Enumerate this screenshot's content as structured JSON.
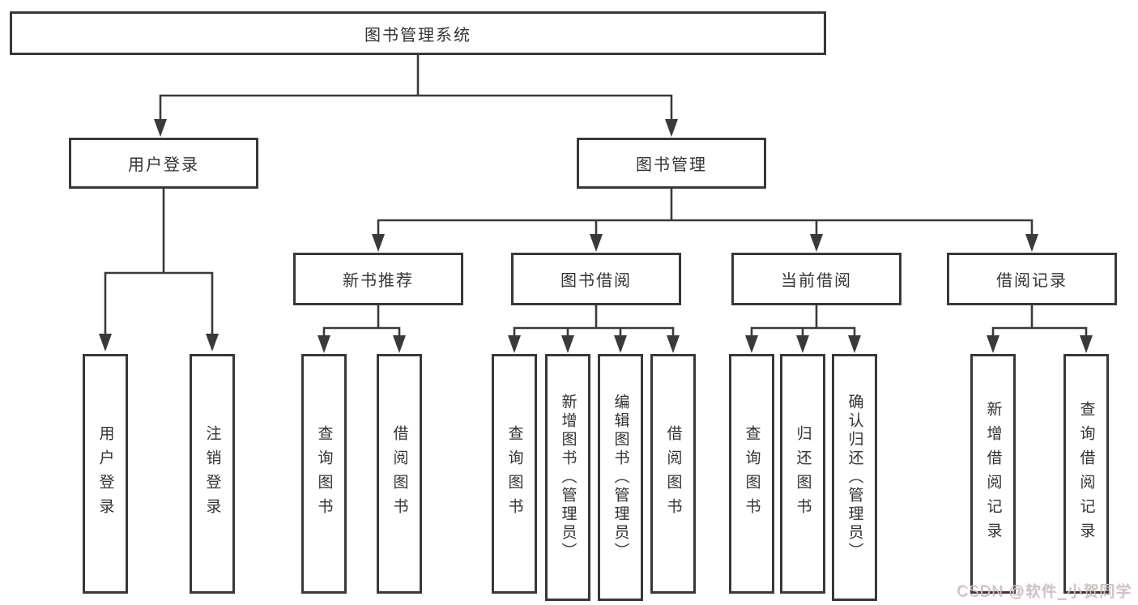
{
  "tree": {
    "label": "图书管理系统",
    "children": [
      {
        "label": "用户登录",
        "children": [
          {
            "label": "用户登录"
          },
          {
            "label": "注销登录"
          }
        ]
      },
      {
        "label": "图书管理",
        "children": [
          {
            "label": "新书推荐",
            "children": [
              {
                "label": "查询图书"
              },
              {
                "label": "借阅图书"
              }
            ]
          },
          {
            "label": "图书借阅",
            "children": [
              {
                "label": "查询图书"
              },
              {
                "label": "新增图书（管理员）"
              },
              {
                "label": "编辑图书（管理员）"
              },
              {
                "label": "借阅图书"
              }
            ]
          },
          {
            "label": "当前借阅",
            "children": [
              {
                "label": "查询图书"
              },
              {
                "label": "归还图书"
              },
              {
                "label": "确认归还（管理员）"
              }
            ]
          },
          {
            "label": "借阅记录",
            "children": [
              {
                "label": "新增借阅记录"
              },
              {
                "label": "查询借阅记录"
              }
            ]
          }
        ]
      }
    ]
  },
  "watermark": {
    "text": "CSDN @软件_小贺同学"
  },
  "colors": {
    "line": "#3a3a3a",
    "text": "#333333",
    "background": "#ffffff",
    "watermark_gray": "#c7c7c7",
    "watermark_red": "#d86c6c"
  }
}
